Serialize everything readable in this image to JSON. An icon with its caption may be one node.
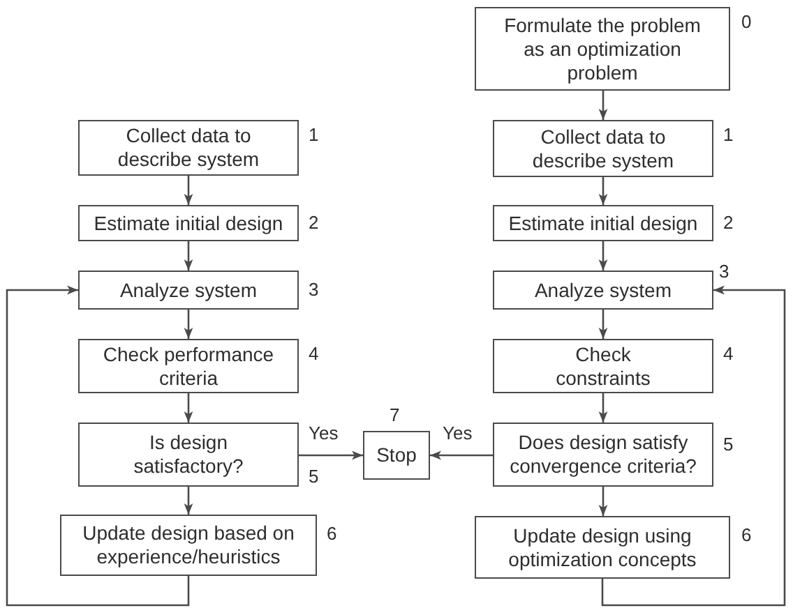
{
  "diagram": {
    "nodes": [
      {
        "text": [
          "Formulate the problem as an optimization problem"
        ],
        "beside": [
          "0"
        ]
      },
      {
        "text": [
          "Collect data to describe system"
        ],
        "beside": [
          "1"
        ]
      },
      {
        "text": [
          "Collect data to describe system"
        ],
        "beside": [
          "1"
        ]
      },
      {
        "text": [
          "Estimate initial design"
        ],
        "beside": [
          "2"
        ]
      },
      {
        "text": [
          "Estimate initial design"
        ],
        "beside": [
          "2"
        ]
      },
      {
        "text": [
          "Analyze system"
        ],
        "beside": [
          "3"
        ]
      },
      {
        "text": [
          "Analyze system"
        ],
        "beside": [
          "3"
        ]
      },
      {
        "text": [
          "Check performance criteria"
        ],
        "beside": [
          "4"
        ]
      },
      {
        "text": [
          "Check constraints"
        ],
        "beside": [
          "4"
        ]
      },
      {
        "text": [
          "Is design satisfactory?"
        ],
        "beside": [
          "5"
        ]
      },
      {
        "text": [
          "Stop"
        ],
        "beside": [
          "7"
        ]
      },
      {
        "text": [
          "Does design satisfy convergence criteria?"
        ],
        "beside": [
          "5"
        ]
      },
      {
        "text": [
          "Update design based on experience/heuristics"
        ],
        "beside": [
          "6"
        ]
      },
      {
        "text": [
          "Update design using optimization concepts"
        ],
        "beside": [
          "6"
        ]
      }
    ],
    "edges": [
      {
        "from": 0,
        "to": 2,
        "arrow": "to"
      },
      {
        "from": 1,
        "to": 3,
        "arrow": "to"
      },
      {
        "from": 2,
        "to": 4,
        "arrow": "to"
      },
      {
        "from": 3,
        "to": 5,
        "arrow": "to"
      },
      {
        "from": 4,
        "to": 6,
        "arrow": "to"
      },
      {
        "from": 5,
        "to": 7,
        "arrow": "to"
      },
      {
        "from": 6,
        "to": 8,
        "arrow": "to"
      },
      {
        "from": 7,
        "to": 9,
        "arrow": "to"
      },
      {
        "from": 8,
        "to": 11,
        "arrow": "to"
      },
      {
        "from": 9,
        "to": 10,
        "arrow": "to",
        "label": "Yes"
      },
      {
        "from": 11,
        "to": 10,
        "arrow": "to",
        "label": "Yes"
      },
      {
        "from": 9,
        "to": 12,
        "arrow": "to"
      },
      {
        "from": 11,
        "to": 13,
        "arrow": "to"
      },
      {
        "from": 12,
        "to": 5,
        "arrow": "to"
      },
      {
        "from": 13,
        "to": 6,
        "arrow": "to"
      }
    ]
  }
}
